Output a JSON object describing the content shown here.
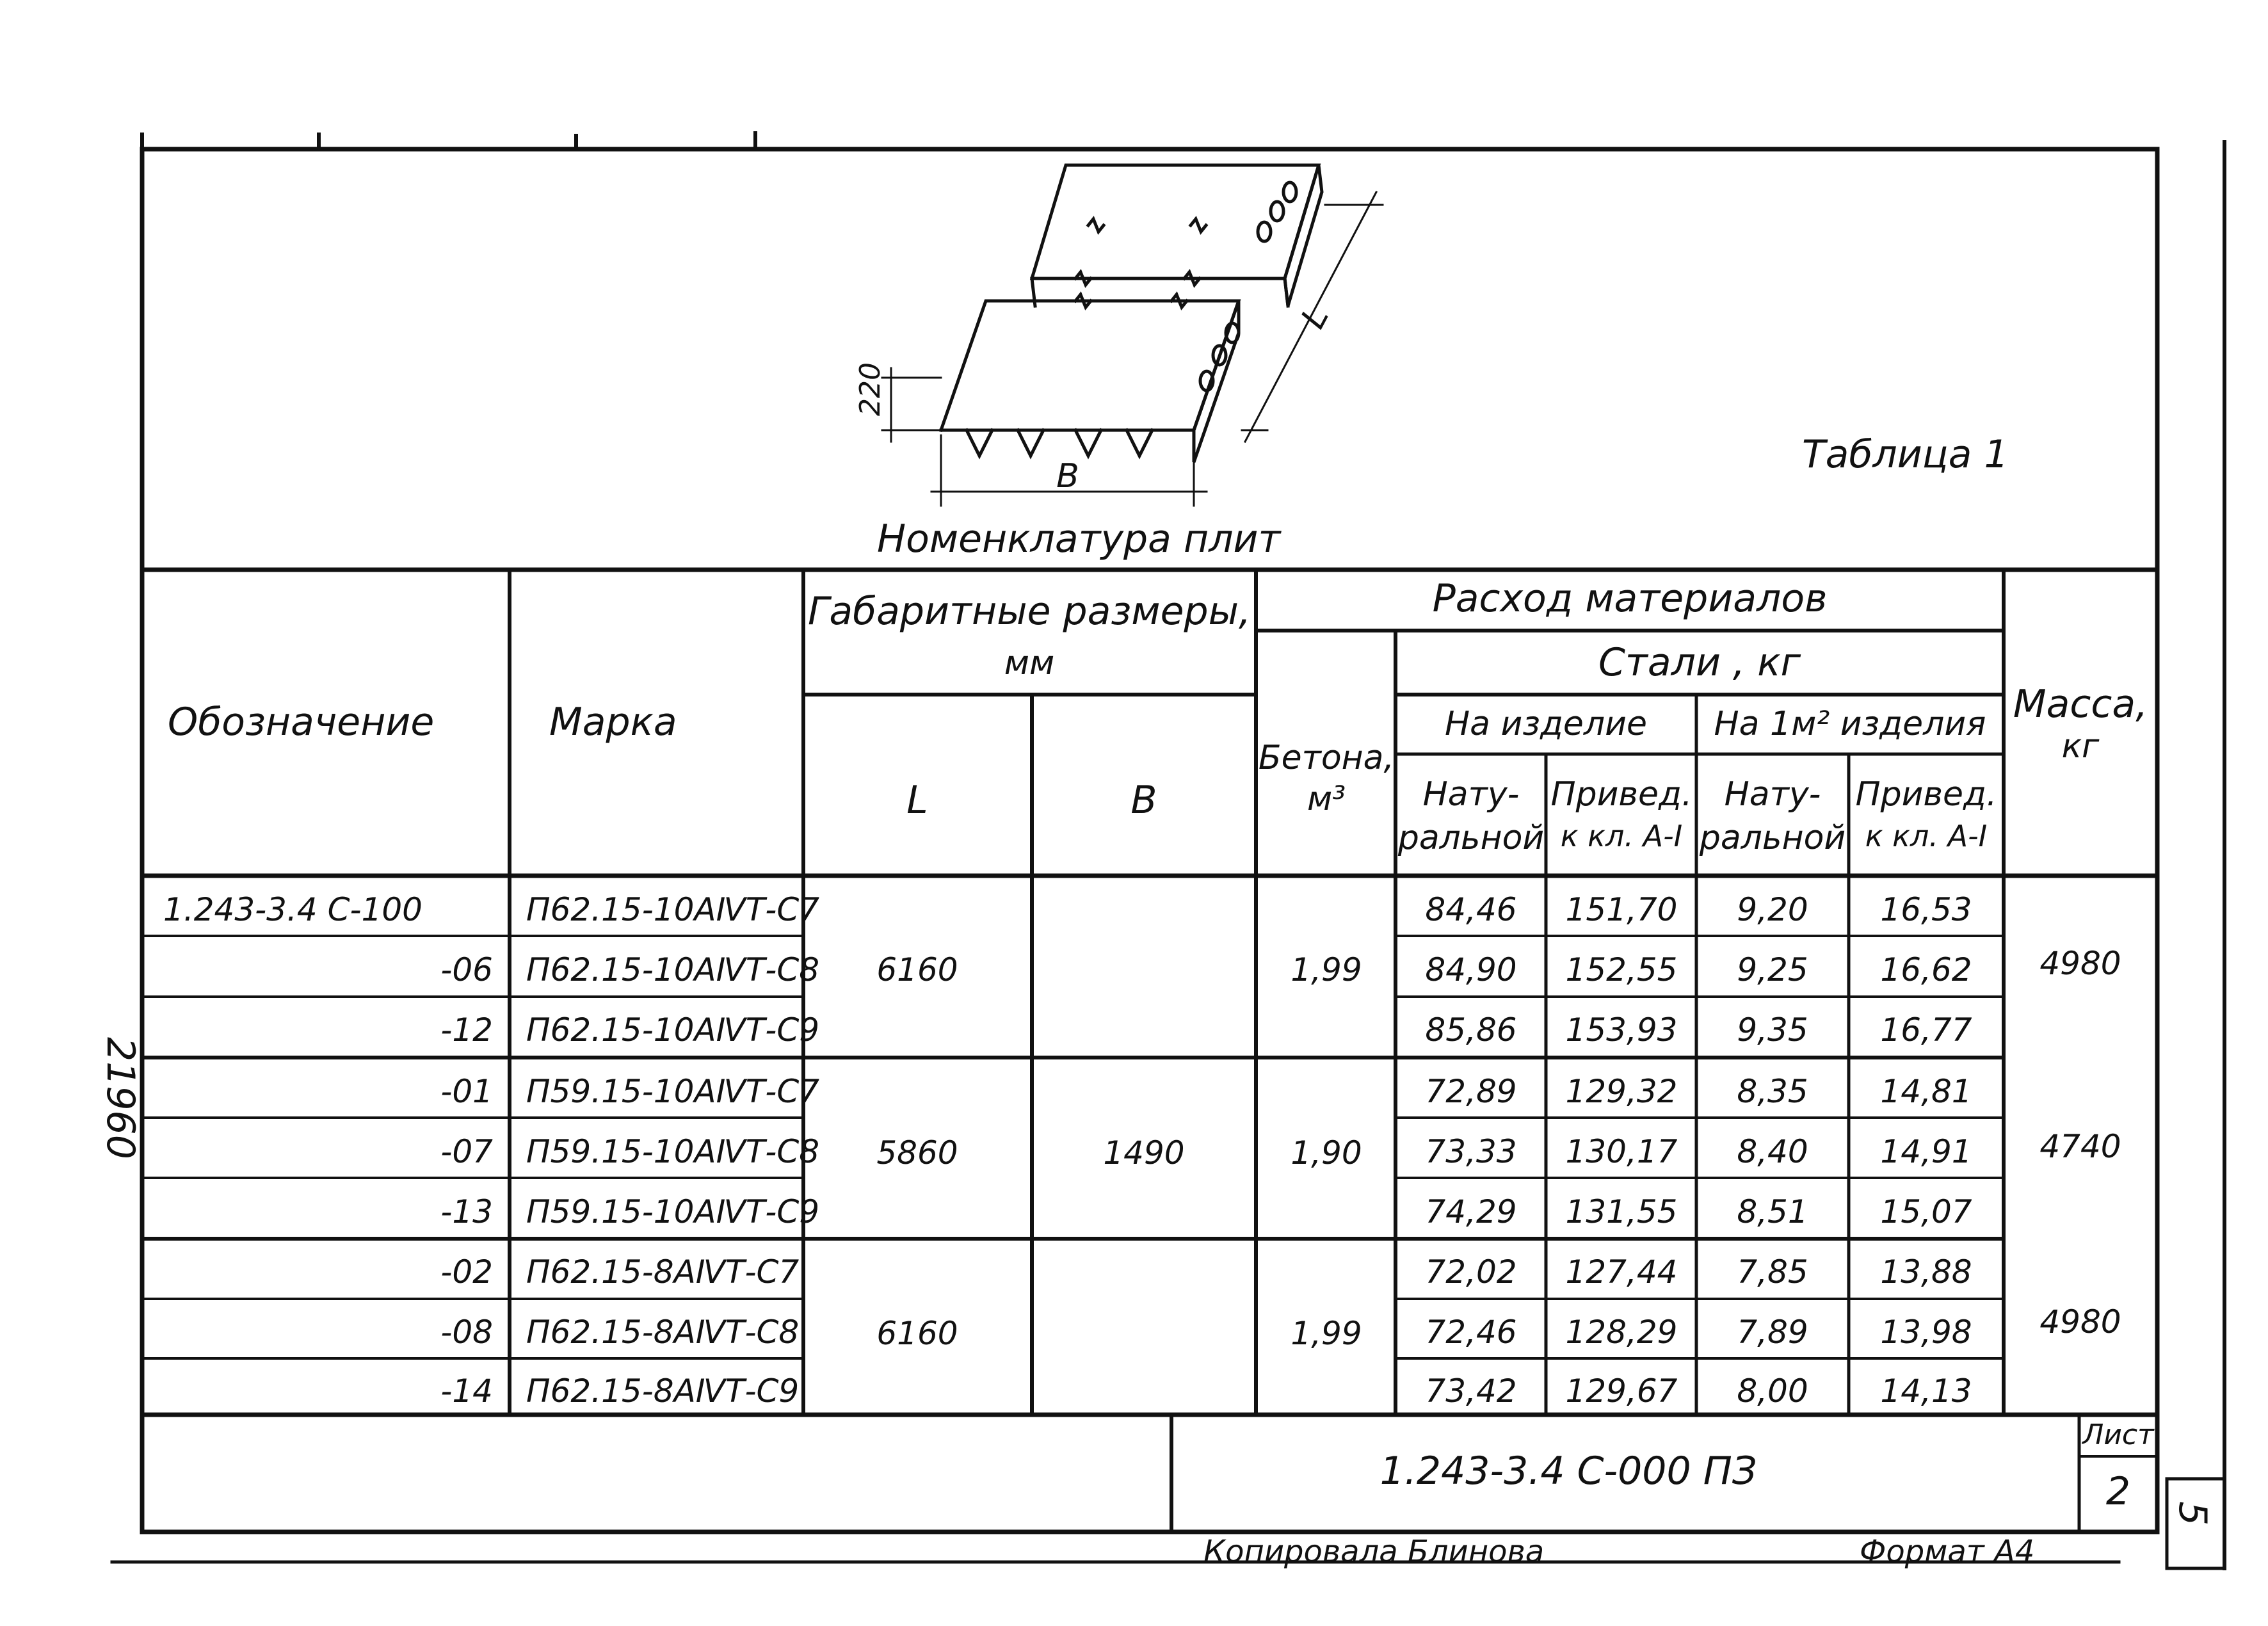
{
  "drawing": {
    "dim_height": "220",
    "dim_width": "B",
    "dim_length": "L",
    "caption": "Номенклатура плит",
    "table_label": "Таблица 1"
  },
  "table": {
    "headers": {
      "designation": "Обозначение",
      "mark": "Марка",
      "dimensions": "Габаритные размеры,",
      "dimensions_unit": "мм",
      "dim_l": "L",
      "dim_b": "B",
      "consumption": "Расход материалов",
      "concrete": "Бетона,",
      "concrete_unit": "м³",
      "steel": "Стали , кг",
      "per_item": "На изделие",
      "per_m2": "На 1м² изделия",
      "natural_1": "Нату-",
      "natural_2": "ральной",
      "reduced_1": "Привед.",
      "reduced_2": "к кл. А-I",
      "mass": "Масса,",
      "mass_unit": "кг"
    },
    "rows": [
      {
        "designation": "1.243-3.4 С-100",
        "mark": "П62.15-10АⅣТ-С7",
        "nat_item": "84,46",
        "red_item": "151,70",
        "nat_m2": "9,20",
        "red_m2": "16,53"
      },
      {
        "designation": "-06",
        "mark": "П62.15-10АⅣТ-С8",
        "nat_item": "84,90",
        "red_item": "152,55",
        "nat_m2": "9,25",
        "red_m2": "16,62"
      },
      {
        "designation": "-12",
        "mark": "П62.15-10АⅣТ-С9",
        "nat_item": "85,86",
        "red_item": "153,93",
        "nat_m2": "9,35",
        "red_m2": "16,77"
      },
      {
        "designation": "-01",
        "mark": "П59.15-10АⅣТ-С7",
        "nat_item": "72,89",
        "red_item": "129,32",
        "nat_m2": "8,35",
        "red_m2": "14,81"
      },
      {
        "designation": "-07",
        "mark": "П59.15-10АⅣТ-С8",
        "nat_item": "73,33",
        "red_item": "130,17",
        "nat_m2": "8,40",
        "red_m2": "14,91"
      },
      {
        "designation": "-13",
        "mark": "П59.15-10АⅣТ-С9",
        "nat_item": "74,29",
        "red_item": "131,55",
        "nat_m2": "8,51",
        "red_m2": "15,07"
      },
      {
        "designation": "-02",
        "mark": "П62.15-8АⅣТ-С7",
        "nat_item": "72,02",
        "red_item": "127,44",
        "nat_m2": "7,85",
        "red_m2": "13,88"
      },
      {
        "designation": "-08",
        "mark": "П62.15-8АⅣТ-С8",
        "nat_item": "72,46",
        "red_item": "128,29",
        "nat_m2": "7,89",
        "red_m2": "13,98"
      },
      {
        "designation": "-14",
        "mark": "П62.15-8АⅣТ-С9",
        "nat_item": "73,42",
        "red_item": "129,67",
        "nat_m2": "8,00",
        "red_m2": "14,13"
      }
    ],
    "groups": [
      {
        "length": "6160",
        "concrete": "1,99",
        "mass": "4980"
      },
      {
        "length": "5860",
        "concrete": "1,90",
        "mass": "4740"
      },
      {
        "length": "6160",
        "concrete": "1,99",
        "mass": "4980"
      }
    ],
    "width_value": "1490"
  },
  "title_block": {
    "doc_code": "1.243-3.4 С-000 ПЗ",
    "sheet_label": "Лист",
    "sheet_number": "2",
    "copied_by": "Копировала Блинова",
    "format": "Формат А4"
  },
  "margin": {
    "inventory_number": "21960",
    "page_number": "5"
  }
}
